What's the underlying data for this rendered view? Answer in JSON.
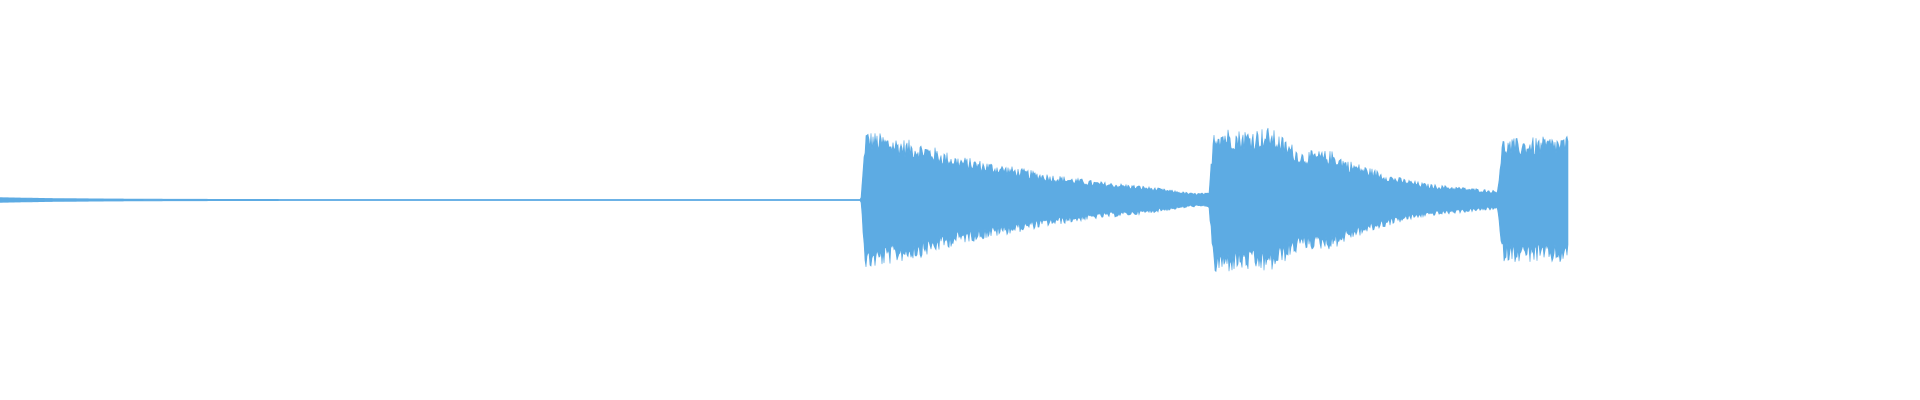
{
  "waveform": {
    "color": "#5dabe3",
    "background": "#ffffff",
    "envelope": [
      [
        0.0,
        0.012
      ],
      [
        0.03,
        0.008
      ],
      [
        0.06,
        0.006
      ],
      [
        0.11,
        0.004
      ],
      [
        0.2,
        0.003
      ],
      [
        0.3,
        0.002
      ],
      [
        0.4,
        0.002
      ],
      [
        0.5,
        0.002
      ],
      [
        0.549,
        0.002
      ],
      [
        0.552,
        0.3
      ],
      [
        0.57,
        0.27
      ],
      [
        0.59,
        0.24
      ],
      [
        0.61,
        0.19
      ],
      [
        0.64,
        0.15
      ],
      [
        0.67,
        0.11
      ],
      [
        0.7,
        0.08
      ],
      [
        0.73,
        0.06
      ],
      [
        0.76,
        0.03
      ],
      [
        0.771,
        0.03
      ],
      [
        0.774,
        0.32
      ],
      [
        0.79,
        0.3
      ],
      [
        0.81,
        0.31
      ],
      [
        0.83,
        0.21
      ],
      [
        0.85,
        0.21
      ],
      [
        0.86,
        0.17
      ],
      [
        0.89,
        0.1
      ],
      [
        0.91,
        0.07
      ],
      [
        0.955,
        0.04
      ],
      [
        0.958,
        0.26
      ],
      [
        0.99,
        0.27
      ],
      [
        1.0,
        0.27
      ]
    ]
  }
}
